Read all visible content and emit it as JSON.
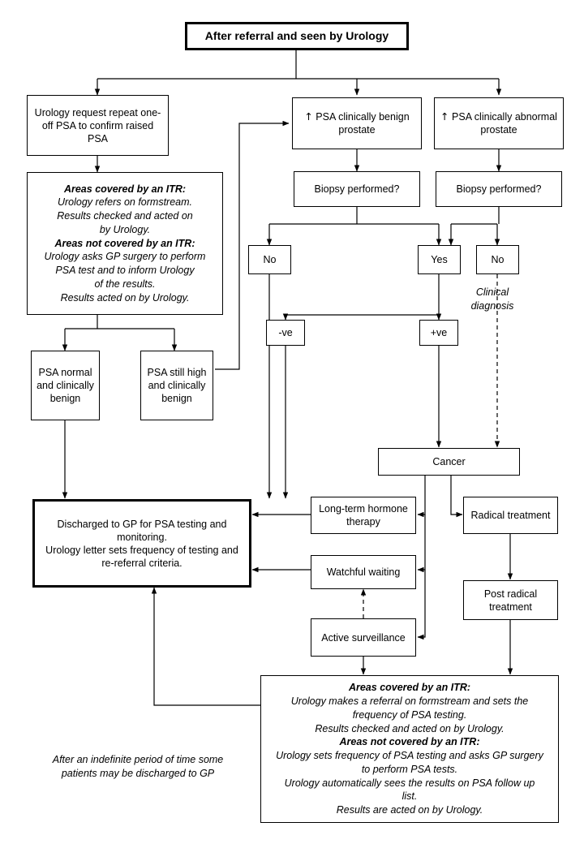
{
  "diagram": {
    "title": "PSA referral and Urology care pathway flowchart",
    "line_color": "#000000",
    "box_fill": "#ffffff",
    "nodes": {
      "start": {
        "label": "After referral and seen by Urology"
      },
      "repeat_psa": {
        "label": "Urology request repeat one-off PSA to confirm raised PSA"
      },
      "itr_top": {
        "heading1": "Areas covered by an ITR:",
        "line1": "Urology refers on formstream.",
        "line2": "Results checked and acted on",
        "line3": "by Urology.",
        "heading2": "Areas not covered by an ITR:",
        "line4": "Urology asks GP surgery to perform",
        "line5": "PSA test and to inform Urology",
        "line6": "of the results.",
        "line7": "Results acted on by Urology."
      },
      "psa_benign": {
        "arrow": "↑",
        "label": "PSA clinically benign prostate"
      },
      "psa_abnormal": {
        "arrow": "↑",
        "label": "PSA clinically abnormal prostate"
      },
      "biopsy_left": {
        "label": "Biopsy performed?"
      },
      "biopsy_right": {
        "label": "Biopsy performed?"
      },
      "no_left": {
        "label": "No"
      },
      "yes_mid": {
        "label": "Yes"
      },
      "no_right": {
        "label": "No"
      },
      "neg": {
        "label": "-ve"
      },
      "pos": {
        "label": "+ve"
      },
      "psa_normal": {
        "label": "PSA normal and clinically benign"
      },
      "psa_still_high": {
        "label": "PSA still high and clinically benign"
      },
      "discharged": {
        "line1": "Discharged to GP for PSA testing and",
        "line2": "monitoring.",
        "line3": "Urology letter sets frequency of testing and",
        "line4": "re-referral criteria."
      },
      "cancer": {
        "label": "Cancer"
      },
      "hormone": {
        "label": "Long-term hormone therapy"
      },
      "radical": {
        "label": "Radical treatment"
      },
      "watchful": {
        "label": "Watchful waiting"
      },
      "post_radical": {
        "label": "Post radical treatment"
      },
      "active_surv": {
        "label": "Active surveillance"
      },
      "itr_bottom": {
        "heading1": "Areas covered by an ITR:",
        "line1": "Urology makes a referral on formstream and sets the",
        "line2": "frequency of PSA testing.",
        "line3": "Results checked and acted on by Urology.",
        "heading2": "Areas not covered by an ITR:",
        "line4": "Urology sets frequency of PSA testing and asks GP surgery",
        "line5": "to perform PSA tests.",
        "line6": "Urology automatically sees the results on PSA follow up",
        "line7": "list.",
        "line8": "Results are acted on by Urology."
      }
    },
    "annotations": {
      "clinical_diagnosis": {
        "line1": "Clinical",
        "line2": "diagnosis"
      },
      "indefinite_note": {
        "line1": "After an indefinite period of time some",
        "line2": "patients may be discharged to GP"
      }
    }
  }
}
